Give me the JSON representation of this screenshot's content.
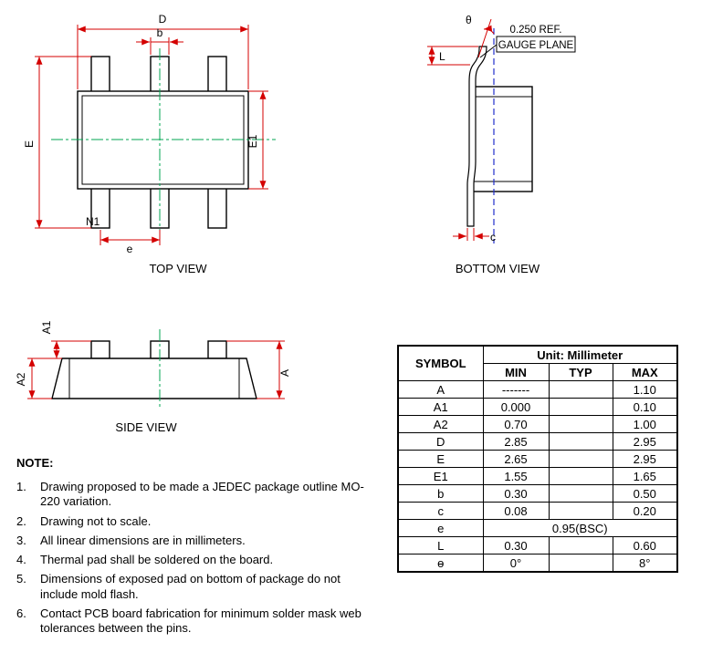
{
  "views": {
    "top": {
      "caption": "TOP VIEW",
      "labels": {
        "D": "D",
        "b": "b",
        "E": "E",
        "E1": "E1",
        "N1": "N1",
        "e": "e"
      }
    },
    "bottom": {
      "caption": "BOTTOM VIEW",
      "labels": {
        "theta": "θ",
        "ref": "0.250 REF.",
        "gauge": "GAUGE PLANE",
        "L": "L",
        "c": "c"
      }
    },
    "side": {
      "caption": "SIDE VIEW",
      "labels": {
        "A1": "A1",
        "A2": "A2",
        "A": "A"
      }
    }
  },
  "table": {
    "symbol_header": "SYMBOL",
    "unit_header": "Unit: Millimeter",
    "columns": [
      "MIN",
      "TYP",
      "MAX"
    ],
    "rows": [
      {
        "symbol": "A",
        "min": "-------",
        "typ": "",
        "max": "1.10"
      },
      {
        "symbol": "A1",
        "min": "0.000",
        "typ": "",
        "max": "0.10"
      },
      {
        "symbol": "A2",
        "min": "0.70",
        "typ": "",
        "max": "1.00"
      },
      {
        "symbol": "D",
        "min": "2.85",
        "typ": "",
        "max": "2.95"
      },
      {
        "symbol": "E",
        "min": "2.65",
        "typ": "",
        "max": "2.95"
      },
      {
        "symbol": "E1",
        "min": "1.55",
        "typ": "",
        "max": "1.65"
      },
      {
        "symbol": "b",
        "min": "0.30",
        "typ": "",
        "max": "0.50"
      },
      {
        "symbol": "c",
        "min": "0.08",
        "typ": "",
        "max": "0.20"
      },
      {
        "symbol": "e",
        "span": "0.95(BSC)"
      },
      {
        "symbol": "L",
        "min": "0.30",
        "typ": "",
        "max": "0.60"
      },
      {
        "symbol": "ɵ",
        "min": "0°",
        "typ": "",
        "max": "8°"
      }
    ]
  },
  "notes": {
    "heading": "NOTE:",
    "items": [
      {
        "num": "1.",
        "text": "Drawing proposed to be made a JEDEC package outline MO-220 variation."
      },
      {
        "num": "2.",
        "text": "Drawing not to scale."
      },
      {
        "num": "3.",
        "text": "All linear dimensions are in millimeters."
      },
      {
        "num": "4.",
        "text": "Thermal pad shall be soldered on the board."
      },
      {
        "num": "5.",
        "text": "Dimensions of exposed pad on bottom of package do not include mold flash."
      },
      {
        "num": "6.",
        "text": "Contact PCB board fabrication for minimum solder mask web tolerances between the pins."
      }
    ]
  },
  "colors": {
    "dimension_red": "#d40000",
    "centerline_green": "#00a550",
    "datum_blue": "#2230cc",
    "outline_black": "#000000"
  }
}
